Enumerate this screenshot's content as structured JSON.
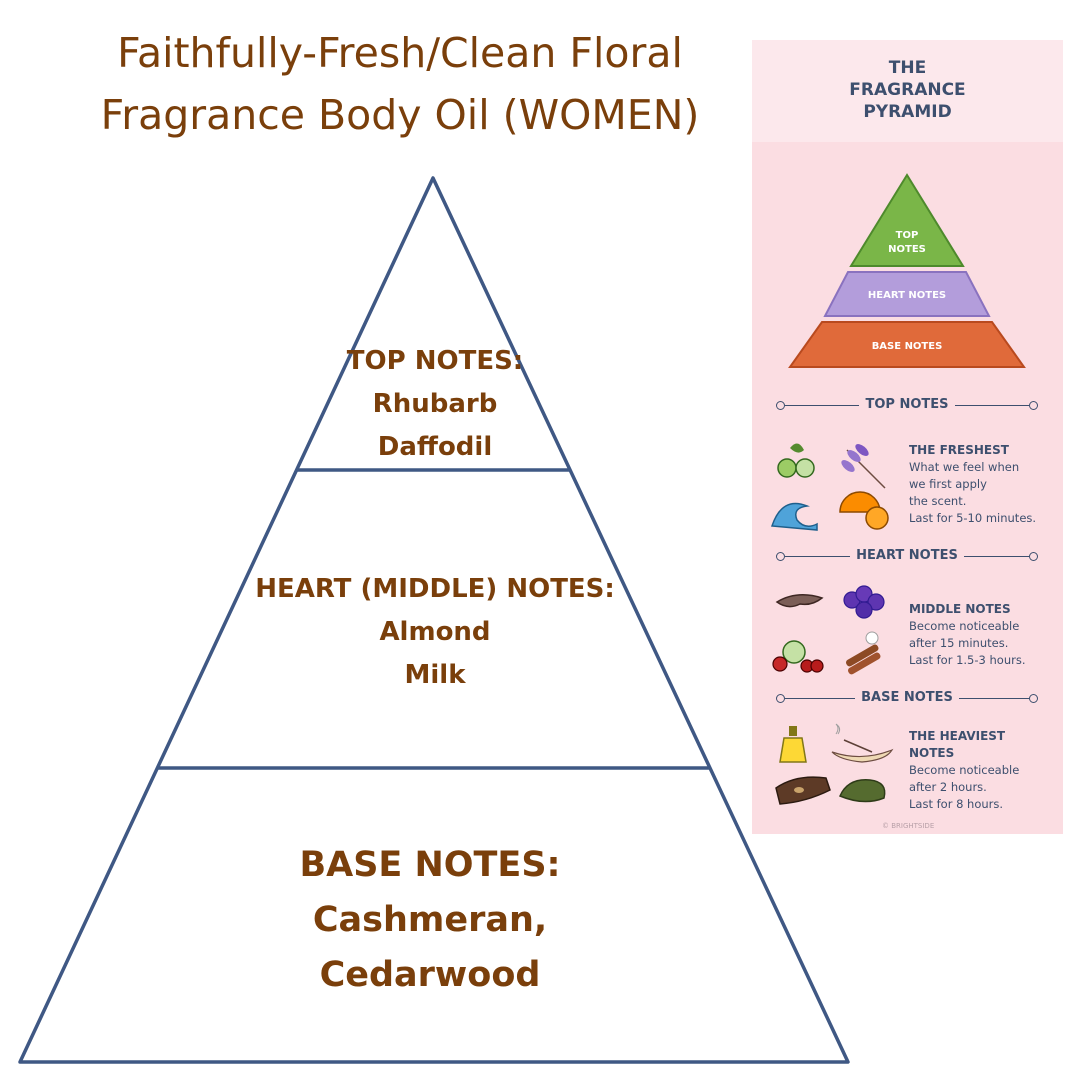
{
  "title": {
    "line1": "Faithfully-Fresh/Clean Floral",
    "line2": "Fragrance Body Oil (WOMEN)"
  },
  "pyramid": {
    "top": {
      "heading": "TOP NOTES:",
      "notes": [
        "Rhubarb",
        "Daffodil"
      ]
    },
    "heart": {
      "heading": "HEART (MIDDLE) NOTES:",
      "notes": [
        "Almond",
        "Milk"
      ]
    },
    "base": {
      "heading": "BASE NOTES:",
      "notes": [
        "Cashmeran,",
        "Cedarwood"
      ]
    }
  },
  "infographic": {
    "header": [
      "THE",
      "FRAGRANCE",
      "PYRAMID"
    ],
    "mini_pyramid": {
      "top": [
        "TOP",
        "NOTES"
      ],
      "heart": "HEART NOTES",
      "base": "BASE NOTES"
    },
    "sections": [
      {
        "label": "TOP NOTES",
        "title": [
          "THE FRESHEST"
        ],
        "lines": [
          "What we feel when",
          "we first apply",
          "the scent.",
          "Last for 5-10 minutes."
        ],
        "icons": [
          "cucumber-icon",
          "lavender-icon",
          "wave-icon",
          "orange-icon"
        ]
      },
      {
        "label": "HEART NOTES",
        "title": [
          "MIDDLE NOTES"
        ],
        "lines": [
          "Become noticeable",
          "after 15 minutes.",
          "Last for 1.5-3 hours."
        ],
        "icons": [
          "root-icon",
          "violet-flower-icon",
          "fruits-icon",
          "cinnamon-icon"
        ]
      },
      {
        "label": "BASE NOTES",
        "title": [
          "THE HEAVIEST",
          "NOTES"
        ],
        "lines": [
          "Become noticeable",
          "after 2 hours.",
          "Last for 8 hours."
        ],
        "icons": [
          "oil-bottle-icon",
          "incense-icon",
          "wood-icon",
          "moss-icon"
        ]
      }
    ],
    "credit": "© BRIGHTSIDE",
    "colors": {
      "top": "#7ab648",
      "heart": "#b39ddb",
      "base": "#e06a3a",
      "panel": "#fbdde2",
      "header": "#fce8ec",
      "text": "#3d4f6e"
    }
  },
  "colors": {
    "title": "#7a3f0b",
    "pyramid_stroke": "#3f5884"
  }
}
